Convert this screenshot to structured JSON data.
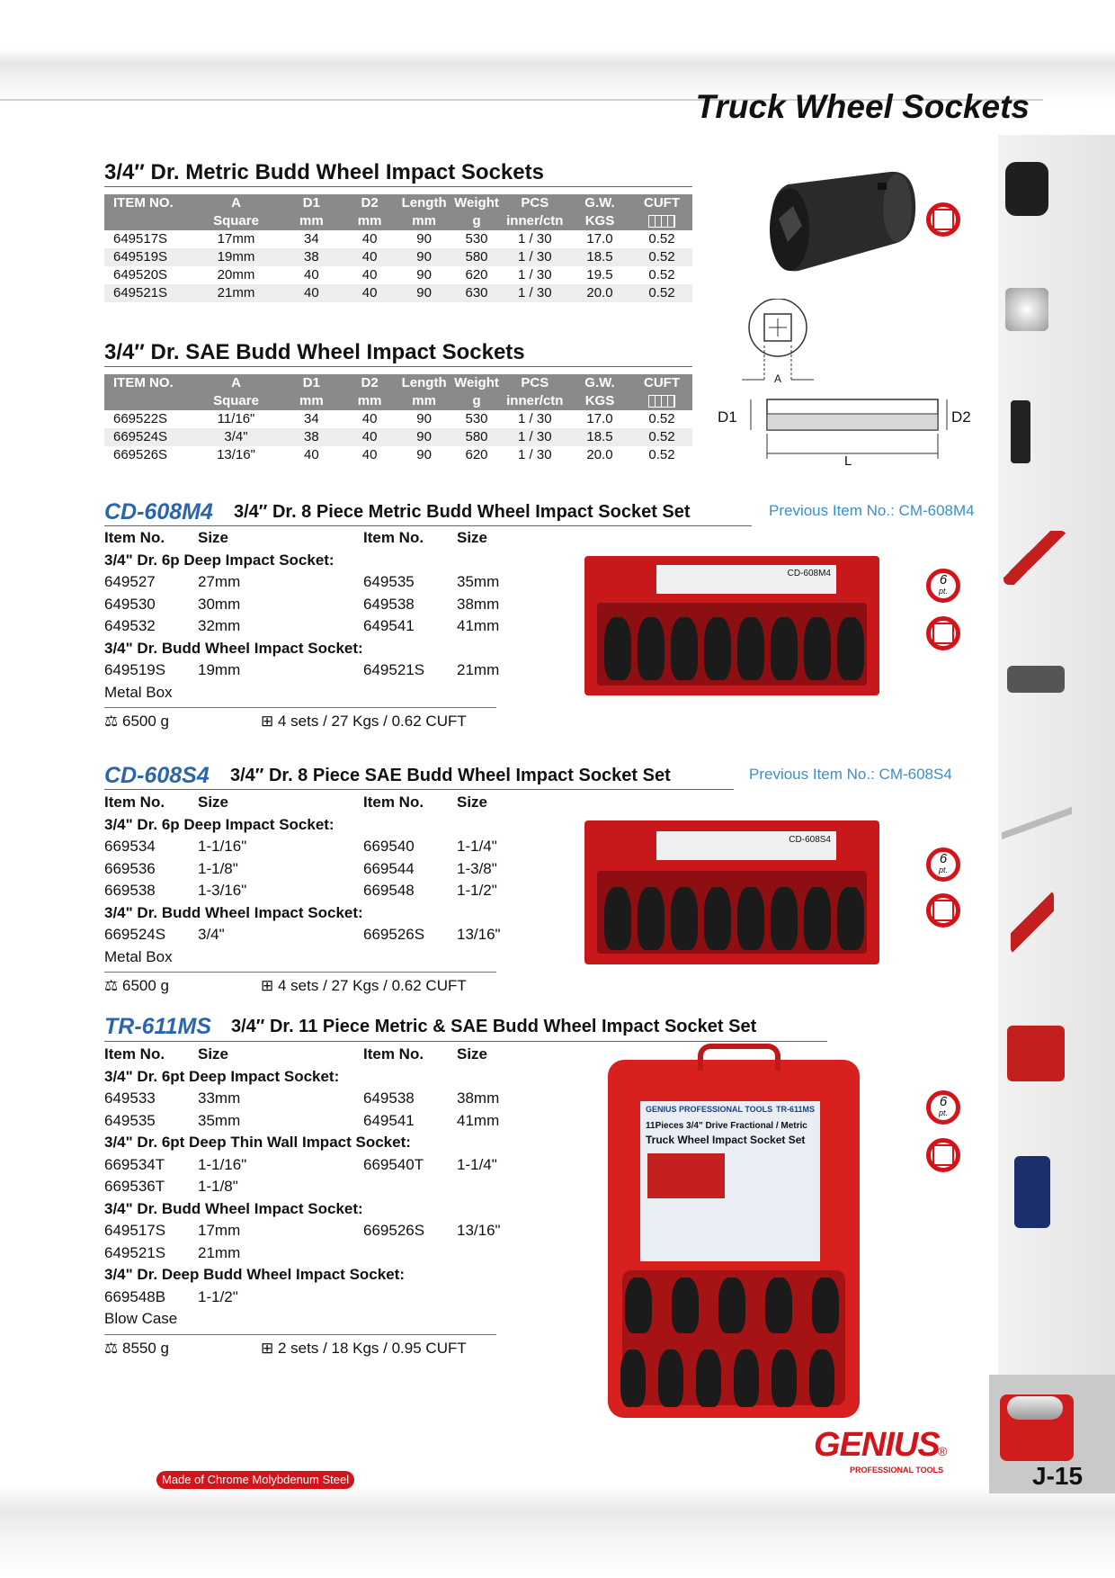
{
  "page_title": "Truck Wheel Sockets",
  "page_number": "J-15",
  "footer_note": "Made of Chrome Molybdenum Steel",
  "brand": {
    "name": "GENIUS",
    "registered": "®",
    "tagline": "PROFESSIONAL TOOLS"
  },
  "diagram": {
    "a": "A",
    "d1": "D1",
    "d2": "D2",
    "l": "L"
  },
  "box_labels": {
    "metric": "CD-608M4",
    "sae": "CD-608S4",
    "case_brand": "GENIUS PROFESSIONAL TOOLS",
    "case_model": "TR-611MS",
    "case_line1": "11Pieces 3/4\" Drive Fractional / Metric",
    "case_line2": "Truck Wheel Impact Socket Set"
  },
  "marks": {
    "six": "6",
    "pt": "pt."
  },
  "table_headers": {
    "row1": [
      "ITEM NO.",
      "A",
      "D1",
      "D2",
      "Length",
      "Weight",
      "PCS",
      "G.W.",
      "CUFT"
    ],
    "row2": [
      "",
      "Square",
      "mm",
      "mm",
      "mm",
      "g",
      "inner/ctn",
      "KGS",
      ""
    ]
  },
  "metric_table": {
    "title": "3/4″ Dr. Metric Budd Wheel Impact Sockets",
    "rows": [
      [
        "649517S",
        "17mm",
        "34",
        "40",
        "90",
        "530",
        "1 / 30",
        "17.0",
        "0.52"
      ],
      [
        "649519S",
        "19mm",
        "38",
        "40",
        "90",
        "580",
        "1 / 30",
        "18.5",
        "0.52"
      ],
      [
        "649520S",
        "20mm",
        "40",
        "40",
        "90",
        "620",
        "1 / 30",
        "19.5",
        "0.52"
      ],
      [
        "649521S",
        "21mm",
        "40",
        "40",
        "90",
        "630",
        "1 / 30",
        "20.0",
        "0.52"
      ]
    ]
  },
  "sae_table": {
    "title": "3/4″ Dr. SAE Budd Wheel Impact Sockets",
    "rows": [
      [
        "669522S",
        "11/16\"",
        "34",
        "40",
        "90",
        "530",
        "1 / 30",
        "17.0",
        "0.52"
      ],
      [
        "669524S",
        "3/4\"",
        "38",
        "40",
        "90",
        "580",
        "1 / 30",
        "18.5",
        "0.52"
      ],
      [
        "669526S",
        "13/16\"",
        "40",
        "40",
        "90",
        "620",
        "1 / 30",
        "20.0",
        "0.52"
      ]
    ]
  },
  "item_headers": {
    "item": "Item No.",
    "size": "Size"
  },
  "sets": [
    {
      "model": "CD-608M4",
      "title": "3/4″ Dr. 8 Piece Metric Budd Wheel Impact Socket Set",
      "previous": "Previous Item No.: CM-608M4",
      "lines": [
        {
          "type": "group",
          "text": "3/4\" Dr. 6p Deep Impact Socket:"
        },
        {
          "type": "pair",
          "a": [
            "649527",
            "27mm"
          ],
          "b": [
            "649535",
            "35mm"
          ]
        },
        {
          "type": "pair",
          "a": [
            "649530",
            "30mm"
          ],
          "b": [
            "649538",
            "38mm"
          ]
        },
        {
          "type": "pair",
          "a": [
            "649532",
            "32mm"
          ],
          "b": [
            "649541",
            "41mm"
          ]
        },
        {
          "type": "group",
          "text": "3/4\" Dr. Budd Wheel Impact Socket:"
        },
        {
          "type": "pair",
          "a": [
            "649519S",
            "19mm"
          ],
          "b": [
            "649521S",
            "21mm"
          ]
        },
        {
          "type": "plain",
          "text": "Metal Box"
        }
      ],
      "weight": "6500 g",
      "packing": "4 sets / 27 Kgs / 0.62 CUFT"
    },
    {
      "model": "CD-608S4",
      "title": "3/4″ Dr. 8 Piece SAE Budd Wheel Impact Socket Set",
      "previous": "Previous Item No.: CM-608S4",
      "lines": [
        {
          "type": "group",
          "text": "3/4\" Dr. 6p Deep Impact Socket:"
        },
        {
          "type": "pair",
          "a": [
            "669534",
            "1-1/16\""
          ],
          "b": [
            "669540",
            "1-1/4\""
          ]
        },
        {
          "type": "pair",
          "a": [
            "669536",
            "1-1/8\""
          ],
          "b": [
            "669544",
            "1-3/8\""
          ]
        },
        {
          "type": "pair",
          "a": [
            "669538",
            "1-3/16\""
          ],
          "b": [
            "669548",
            "1-1/2\""
          ]
        },
        {
          "type": "group",
          "text": "3/4\" Dr. Budd Wheel Impact Socket:"
        },
        {
          "type": "pair",
          "a": [
            "669524S",
            "3/4\""
          ],
          "b": [
            "669526S",
            "13/16\""
          ]
        },
        {
          "type": "plain",
          "text": "Metal Box"
        }
      ],
      "weight": "6500 g",
      "packing": "4 sets / 27 Kgs / 0.62 CUFT"
    },
    {
      "model": "TR-611MS",
      "title": "3/4″ Dr. 11 Piece Metric & SAE Budd Wheel Impact Socket Set",
      "previous": "",
      "lines": [
        {
          "type": "group",
          "text": "3/4\" Dr. 6pt Deep Impact Socket:"
        },
        {
          "type": "pair",
          "a": [
            "649533",
            "33mm"
          ],
          "b": [
            "649538",
            "38mm"
          ]
        },
        {
          "type": "pair",
          "a": [
            "649535",
            "35mm"
          ],
          "b": [
            "649541",
            "41mm"
          ]
        },
        {
          "type": "group",
          "text": "3/4\" Dr. 6pt Deep Thin Wall Impact Socket:"
        },
        {
          "type": "pair",
          "a": [
            "669534T",
            "1-1/16\""
          ],
          "b": [
            "669540T",
            "1-1/4\""
          ]
        },
        {
          "type": "pair",
          "a": [
            "669536T",
            "1-1/8\""
          ],
          "b": [
            "",
            ""
          ]
        },
        {
          "type": "group",
          "text": "3/4\" Dr. Budd Wheel Impact Socket:"
        },
        {
          "type": "pair",
          "a": [
            "649517S",
            "17mm"
          ],
          "b": [
            "669526S",
            "13/16\""
          ]
        },
        {
          "type": "pair",
          "a": [
            "649521S",
            "21mm"
          ],
          "b": [
            "",
            ""
          ]
        },
        {
          "type": "group",
          "text": "3/4\" Dr. Deep Budd Wheel Impact Socket:"
        },
        {
          "type": "pair",
          "a": [
            "669548B",
            "1-1/2\""
          ],
          "b": [
            "",
            ""
          ]
        },
        {
          "type": "plain",
          "text": "Blow Case"
        }
      ],
      "weight": "8550 g",
      "packing": "2 sets / 18 Kgs / 0.95 CUFT"
    }
  ]
}
